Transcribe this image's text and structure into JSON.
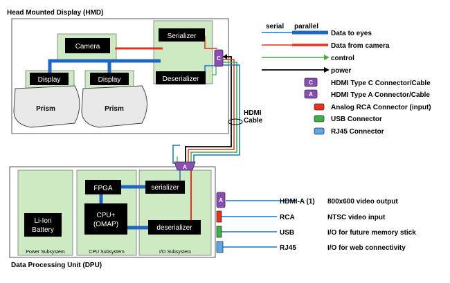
{
  "colors": {
    "serial_line": "#1a73c8",
    "parallel_line": "#1f66c0",
    "camera_line": "#e8301c",
    "control_line": "#3cb043",
    "power_line": "#000000",
    "connector_purple": "#8a4db3",
    "rca_red": "#e8301c",
    "usb_green": "#3cb043",
    "rj45_blue": "#5aa6e6",
    "subsystem_fill": "#cdeac3",
    "hmd_fill": "#cdeac3",
    "chip_fill": "#000000"
  },
  "hmd": {
    "title": "Head Mounted Display (HMD)",
    "camera": "Camera",
    "serializer": "Serializer",
    "deserializer": "Deserializer",
    "display_left": "Display",
    "display_right": "Display",
    "prism_left": "Prism",
    "prism_right": "Prism",
    "connector_c": "C"
  },
  "cable": {
    "label_line1": "HDMI",
    "label_line2": "Cable"
  },
  "dpu": {
    "title": "Data Processing Unit (DPU)",
    "battery_line1": "Li-Ion",
    "battery_line2": "Battery",
    "fpga": "FPGA",
    "cpu_line1": "CPU+",
    "cpu_line2": "(OMAP)",
    "serializer": "serializer",
    "deserializer": "deserializer",
    "power_subsystem": "Power Subsystem",
    "cpu_subsystem": "CPU Subsystem",
    "io_subsystem": "I/O Subsystem",
    "connector_a_top": "A",
    "connector_a_side": "A"
  },
  "legend": {
    "serial": "serial",
    "parallel": "parallel",
    "data_to_eyes": "Data to eyes",
    "data_from_camera": "Data from camera",
    "control": "control",
    "power": "power",
    "hdmi_c": "HDMI Type C Connector/Cable",
    "hdmi_a": "HDMI Type A Connector/Cable",
    "rca": "Analog RCA Connector (input)",
    "usb": "USB Connector",
    "rj45": "RJ45 Connector",
    "badge_c": "C",
    "badge_a": "A"
  },
  "ports": [
    {
      "name": "HDMI-A (1)",
      "desc": "800x600 video output"
    },
    {
      "name": "RCA",
      "desc": "NTSC video input"
    },
    {
      "name": "USB",
      "desc": "I/O for future memory stick"
    },
    {
      "name": "RJ45",
      "desc": "I/O for web connectivity"
    }
  ]
}
